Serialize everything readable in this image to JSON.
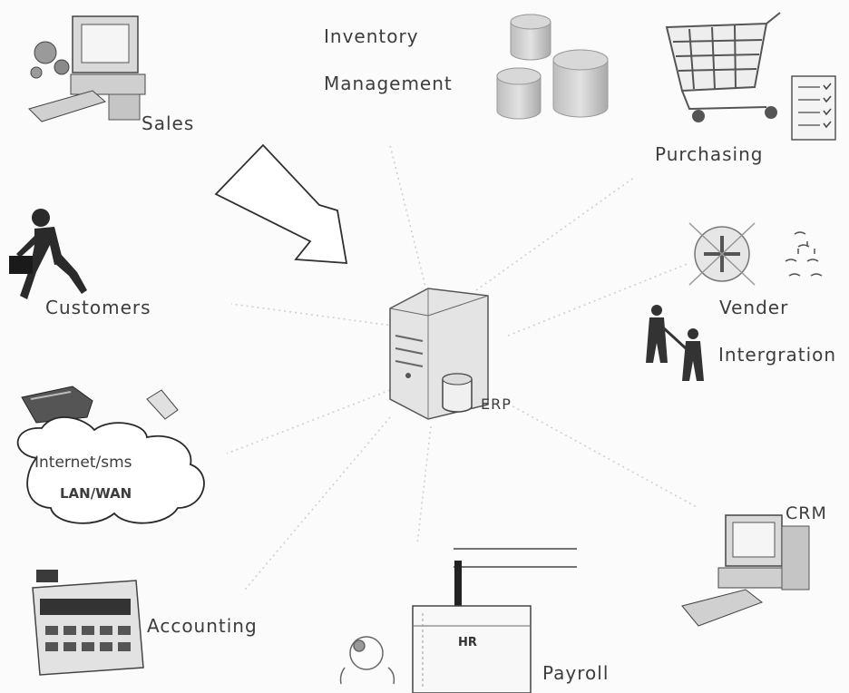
{
  "nodes": {
    "sales": "Sales",
    "inventory_line1": "Inventory",
    "inventory_line2": "Management",
    "purchasing": "Purchasing",
    "customers": "Customers",
    "vender_line1": "Vender",
    "vender_line2": "Intergration",
    "erp": "ERP",
    "internet_line1": "Internet/sms",
    "internet_line2": "LAN/WAN",
    "crm": "CRM",
    "accounting": "Accounting",
    "hr": "HR",
    "payroll": "Payroll"
  },
  "colors": {
    "background": "#fbfbfb",
    "ink": "#3d3d3d",
    "connector": "#c8c8c8",
    "icon_fill": "#d6d6d6",
    "icon_dark": "#4a4a4a"
  }
}
